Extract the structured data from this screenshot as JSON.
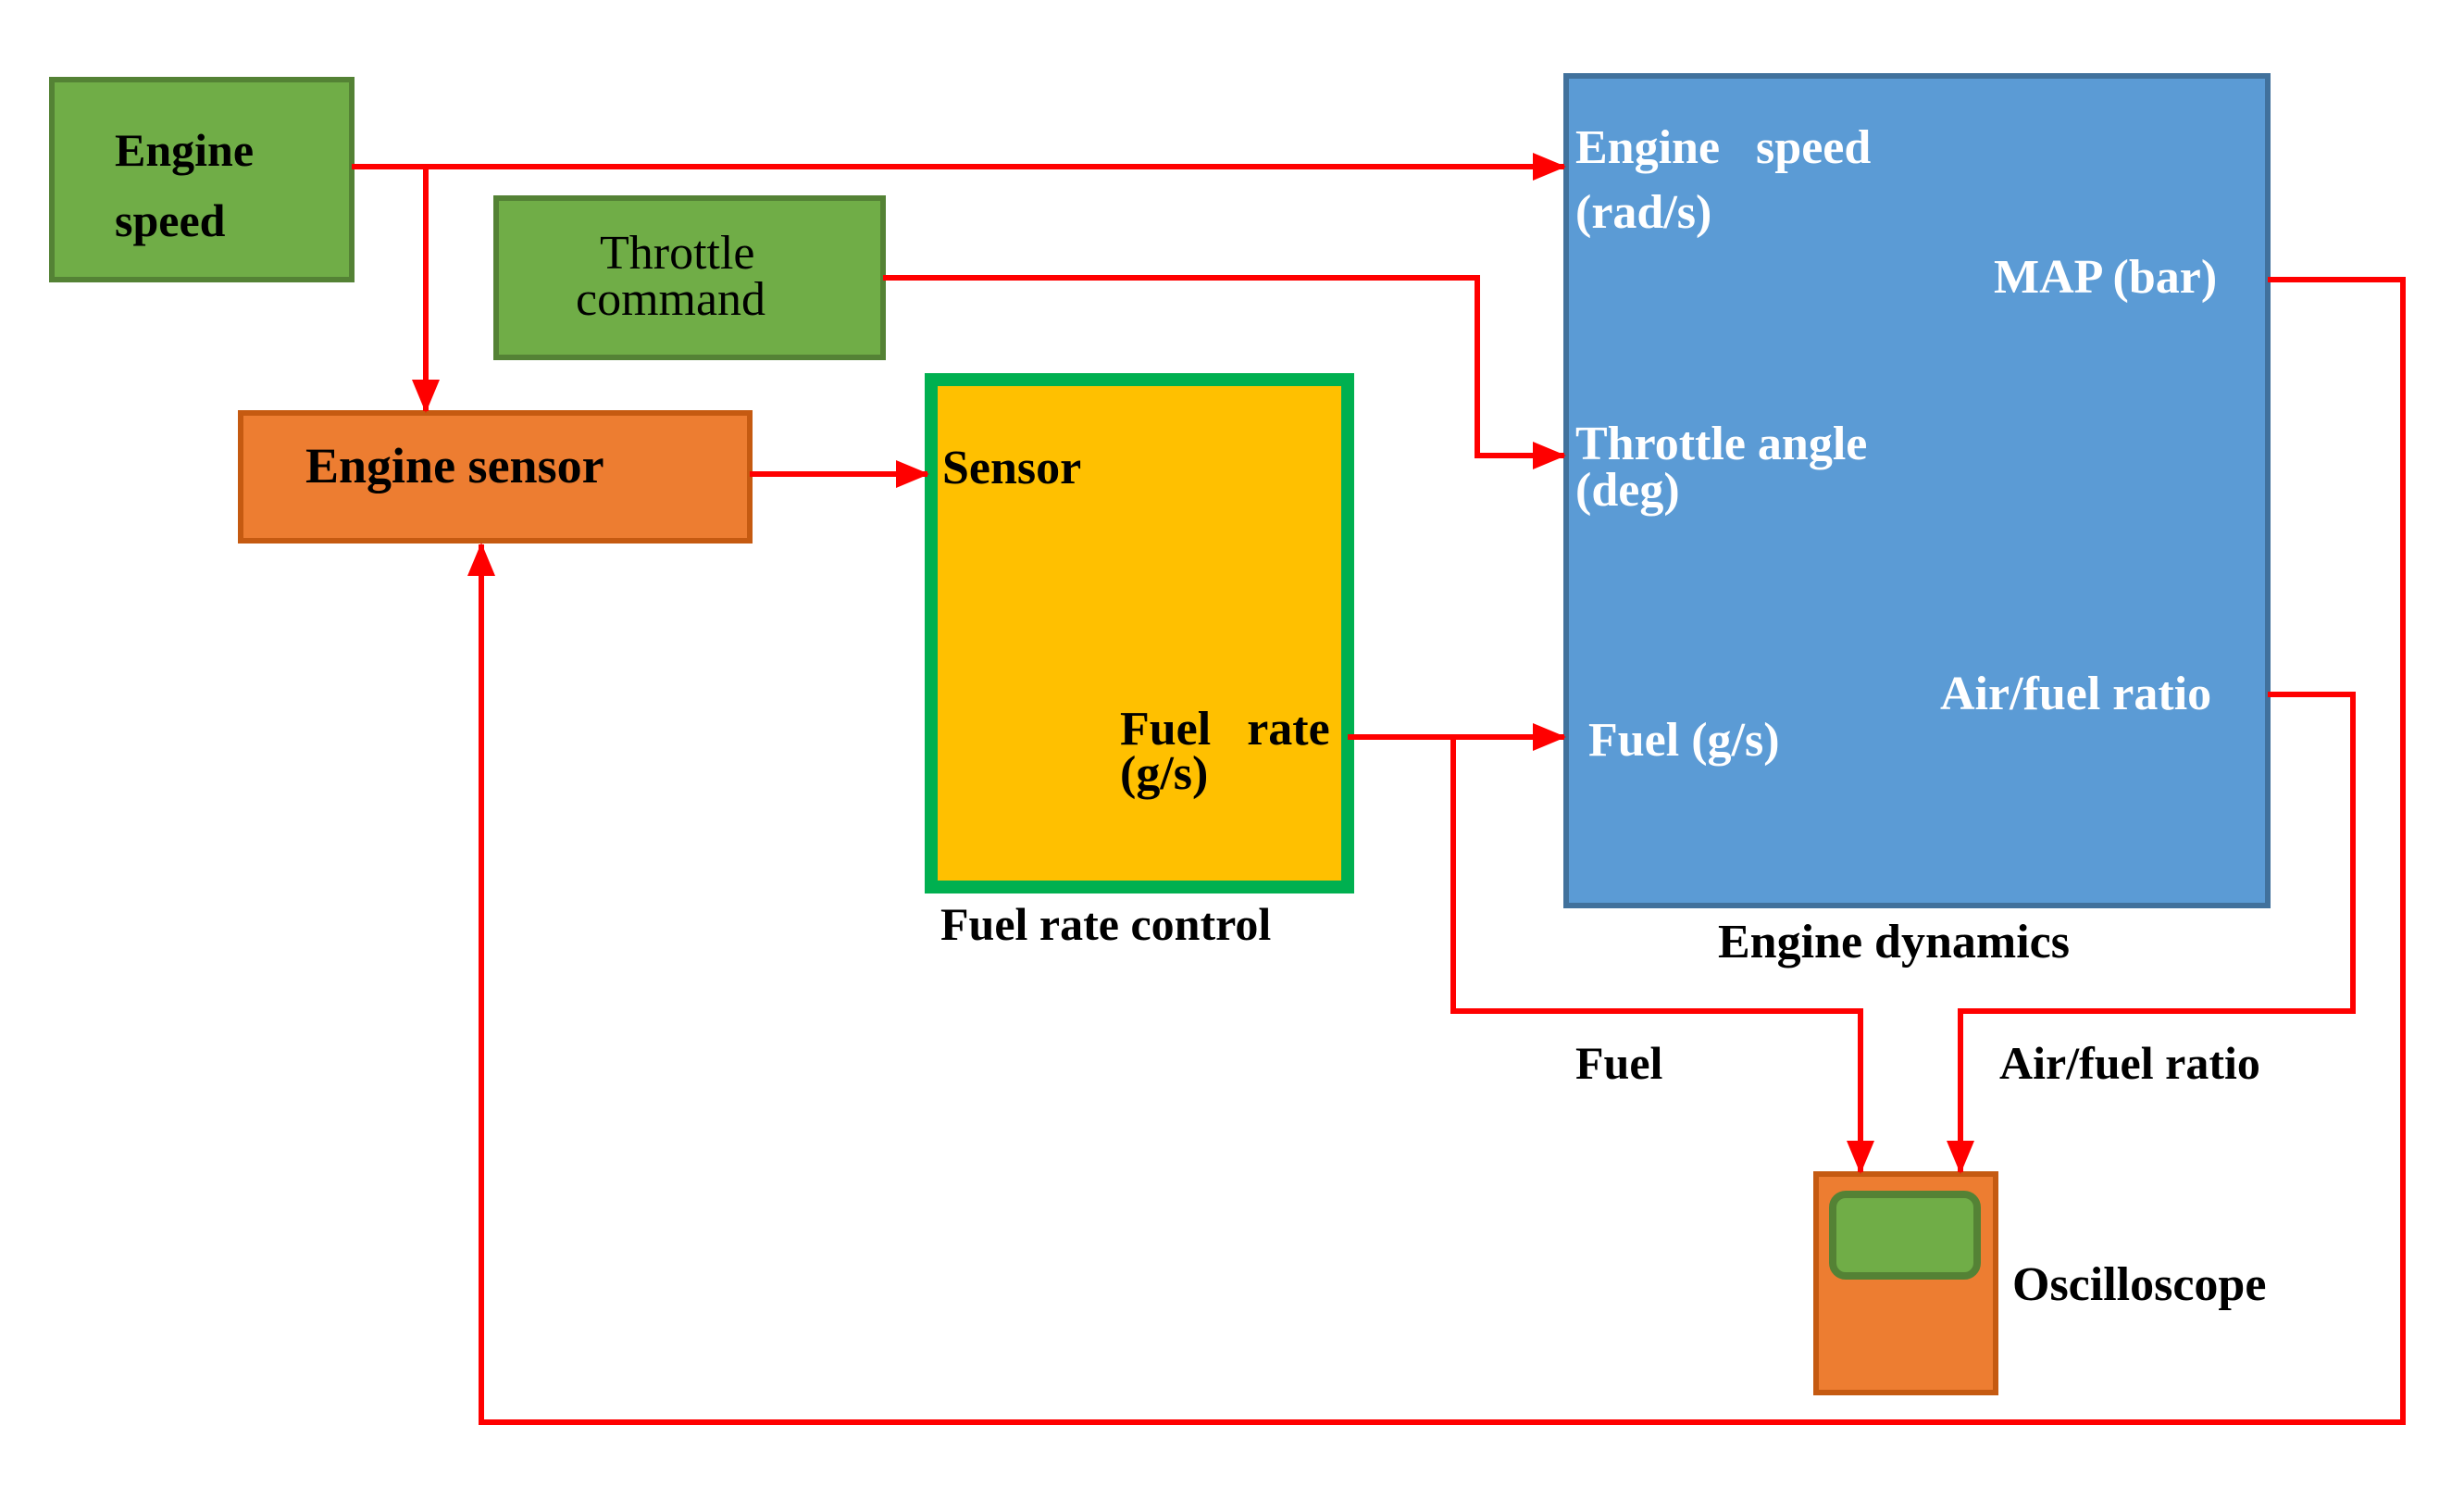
{
  "blocks": {
    "engine_speed": {
      "label_line1": "Engine",
      "label_line2": "speed",
      "fill": "#70AD47",
      "border": "#548235"
    },
    "throttle_command": {
      "label_line1": "Throttle",
      "label_line2": "command",
      "fill": "#70AD47",
      "border": "#548235"
    },
    "engine_sensor": {
      "label": "Engine sensor",
      "fill": "#ED7D31",
      "border": "#C55A11"
    },
    "fuel_rate_control": {
      "caption": "Fuel rate control",
      "input_sensor": "Sensor",
      "output_line1": "Fuel   rate",
      "output_line2": "(g/s)",
      "fill": "#FFC000",
      "border": "#00B050"
    },
    "engine_dynamics": {
      "caption": "Engine dynamics",
      "input_speed_line1": "Engine   speed",
      "input_speed_line2": "(rad/s)",
      "input_throttle_line1": "Throttle angle",
      "input_throttle_line2": "(deg)",
      "input_fuel": "Fuel (g/s)",
      "output_map": "MAP (bar)",
      "output_afr": "Air/fuel ratio",
      "fill": "#5B9BD5",
      "border": "#41719C"
    },
    "oscilloscope": {
      "label": "Oscilloscope",
      "fill": "#ED7D31",
      "border": "#C55A11",
      "screen_fill": "#70AD47",
      "screen_border": "#548235"
    }
  },
  "signals": {
    "fuel_label": "Fuel",
    "afr_label": "Air/fuel ratio"
  },
  "connector_color": "#FF0000"
}
